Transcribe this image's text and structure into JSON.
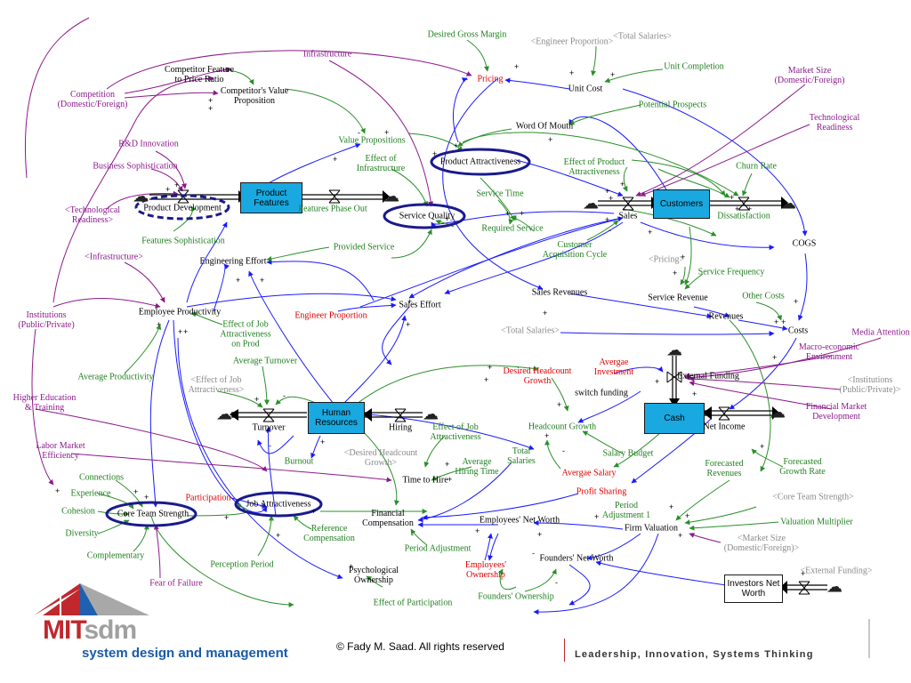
{
  "variables": {
    "competitor_feature_price_ratio": "Competitor Feature\nto Price Ratio",
    "competitors_value_proposition": "Competitor's Value\nProposition",
    "competition": "Competition\n(Domestic/Foreign)",
    "infrastructure": "Infrastructure",
    "desired_gross_margin": "Desired Gross Margin",
    "engineer_proportion_top": "<Engineer Proportion>",
    "total_salaries_top": "<Total Salaries>",
    "pricing": "Pricing",
    "unit_cost": "Unit Cost",
    "unit_completion": "Unit Completion",
    "market_size": "Market Size\n(Domestic/Foreign)",
    "potential_prospects": "Potential Prospects",
    "word_of_mouth": "Word Of Mouth",
    "technological_readiness": "Technological\nReadiness",
    "rd_innovation": "R&D Innovation",
    "value_propositions": "Value Propositions",
    "business_sophistication": "Business Sophistication",
    "effect_of_infrastructure": "Effect of\nInfrastructure",
    "product_attractiveness": "Product Attractiveness",
    "effect_of_product_attractiveness": "Effect of Product\nAttractiveness",
    "churn_rate": "Churn Rate",
    "technological_readiness_shadow": "<Technological\nReadiness>",
    "product_development": "Product Development",
    "product_features": "Product\nFeatures",
    "features_phase_out": "Features Phase Out",
    "service_quality": "Service Quality",
    "service_time": "Service Time",
    "required_service": "Required Service",
    "sales": "Sales",
    "customers": "Customers",
    "dissatisfaction": "Dissatisfaction",
    "features_sophistication": "Features Sophistication",
    "infrastructure_shadow": "<Infrastructure>",
    "engineering_effort": "Engineering Effort",
    "provided_service": "Provided Service",
    "customer_acquisition_cycle": "Customer\nAcquisition Cycle",
    "cogs": "COGS",
    "pricing_shadow": "<Pricing>",
    "service_frequency": "Service Frequency",
    "institutions": "Institutions\n(Public/Private)",
    "employee_productivity": "Employee Productivity",
    "engineer_proportion": "Engineer Proportion",
    "sales_effort": "Sales Effort",
    "sales_revenues": "Sales Revenues",
    "service_revenue": "Service Revenue",
    "other_costs": "Other Costs",
    "effect_of_job_attractiveness_on_prod": "Effect of Job\nAttractiveness\non Prod",
    "revenues": "Revenues",
    "total_salaries_mid": "<Total Salaries>",
    "costs": "Costs",
    "media_attention": "Media Attention",
    "average_productivity": "Average Productivity",
    "average_turnover": "Average Turnover",
    "effect_of_job_attractiveness_shadow": "<Effect of Job\nAttractiveness>",
    "desired_headcount_growth": "Desired Headcount\nGrowth",
    "avergae_investment": "Avergae\nInvestment",
    "macro_economic_environment": "Macro-economic\nEnvironment",
    "external_funding": "External Funding",
    "higher_education": "Higher Education\n& Training",
    "human_resources": "Human\nResources",
    "switch_funding": "switch funding",
    "institutions_shadow": "<Institutions\n(Public/Private)>",
    "turnover": "Turnover",
    "hiring": "Hiring",
    "headcount_growth": "Headcount Growth",
    "cash": "Cash",
    "net_income": "Net Income",
    "financial_market_development": "Financial Market\nDevelopment",
    "effect_of_job_attractiveness": "Effect of Job\nAttractiveness",
    "labor_market_efficiency": "Labor Market\nEfficiency",
    "desired_headcount_growth_shadow": "<Desired Headcount\nGrowth>",
    "total_salaries": "Total\nSalaries",
    "salary_budget": "Salary Budget",
    "burnout": "Burnout",
    "average_hiring_time": "Average\nHiring Time",
    "forecasted_growth_rate": "Forecasted\nGrowth Rate",
    "forecasted_revenues": "Forecasted\nRevenues",
    "connections": "Connections",
    "avergae_salary": "Avergae Salary",
    "time_to_hire": "Time to Hire",
    "profit_sharing": "Profit Sharing",
    "experience": "Experience",
    "participation": "Participation",
    "job_attractiveness": "Job Attractiveness",
    "core_team_strength_shadow": "<Core Team Strength>",
    "period_adjustment_1": "Period\nAdjustment 1",
    "cohesion": "Cohesion",
    "core_team_strength": "Core Team Strength",
    "financial_compensation": "Financial\nCompensation",
    "employees_net_worth": "Employees' Net Worth",
    "valuation_multiplier": "Valuation Multiplier",
    "reference_compensation": "Reference\nCompensation",
    "firm_valuation": "Firm Valuation",
    "diversity": "Diversity",
    "market_size_shadow": "<Market Size\n(Domestic/Foreign)>",
    "period_adjustment": "Period Adjustment",
    "complementary": "Complementary",
    "founders_net_worth": "Founders' Net Worth",
    "employees_ownership": "Employees'\nOwnership",
    "perception_period": "Perception Period",
    "external_funding_shadow": "<External Funding>",
    "psychological_ownership": "Psychological\nOwnership",
    "investors_net_worth": "Investors Net\nWorth",
    "fear_of_failure": "Fear of Failure",
    "founders_ownership": "Founders' Ownership",
    "effect_of_participation": "Effect of Participation"
  },
  "footer": {
    "logo_mit": "MIT",
    "logo_sdm": "sdm",
    "logo_subtitle": "system design and management",
    "copyright": "© Fady M. Saad. All rights reserved",
    "tagline": "Leadership, Innovation, Systems Thinking"
  },
  "colors": {
    "stock_fill": "#19a8e0",
    "link_blue": "#1a1aff",
    "link_green": "#2a8f2a",
    "link_purple": "#8b1a8b",
    "highlight_ring": "#1a1a8c",
    "brand_red": "#c0282d",
    "brand_blue": "#1a5aa8"
  }
}
